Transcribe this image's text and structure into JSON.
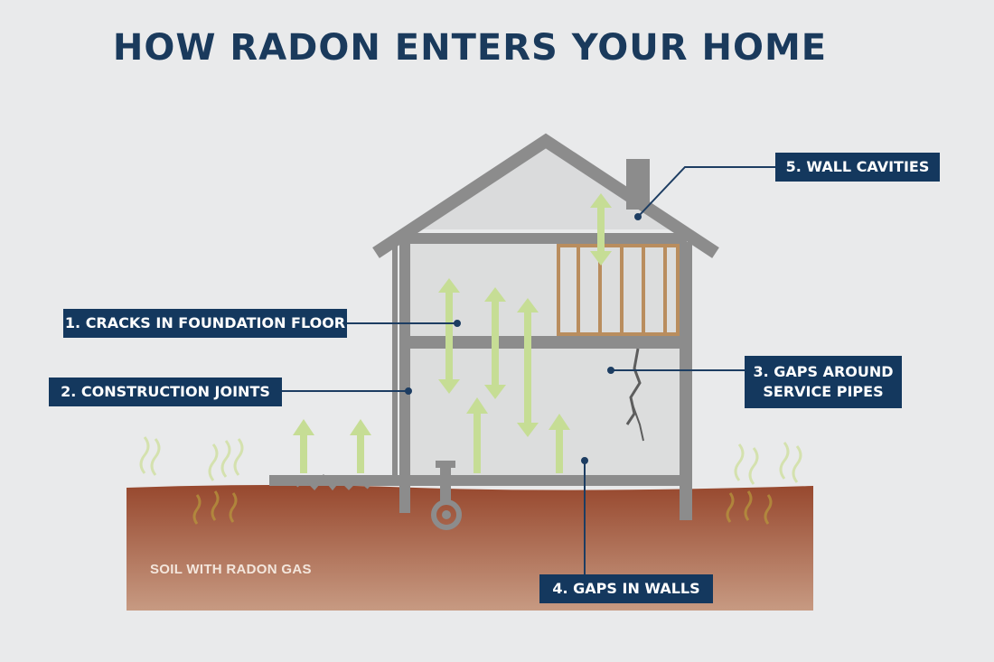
{
  "title": "HOW RADON ENTERS YOUR HOME",
  "callouts": [
    {
      "number": "1.",
      "text": "CRACKS IN FOUNDATION FLOOR"
    },
    {
      "number": "2.",
      "text": "CONSTRUCTION JOINTS"
    },
    {
      "number": "3.",
      "text": "GAPS AROUND",
      "text2": "SERVICE PIPES"
    },
    {
      "number": "4.",
      "text": "GAPS IN WALLS"
    },
    {
      "number": "5.",
      "text": "WALL CAVITIES"
    }
  ],
  "soil_label": "SOIL WITH RADON GAS",
  "colors": {
    "background": "#e9eaeb",
    "house_frame": "#8c8c8c",
    "callout_bg": "#14385e",
    "arrow": "#c6dd95",
    "soil_top": "#97482e",
    "soil_bottom": "#c79a82",
    "wood_studs": "#b98d5e",
    "radon_wisps": "#b89a3c"
  }
}
